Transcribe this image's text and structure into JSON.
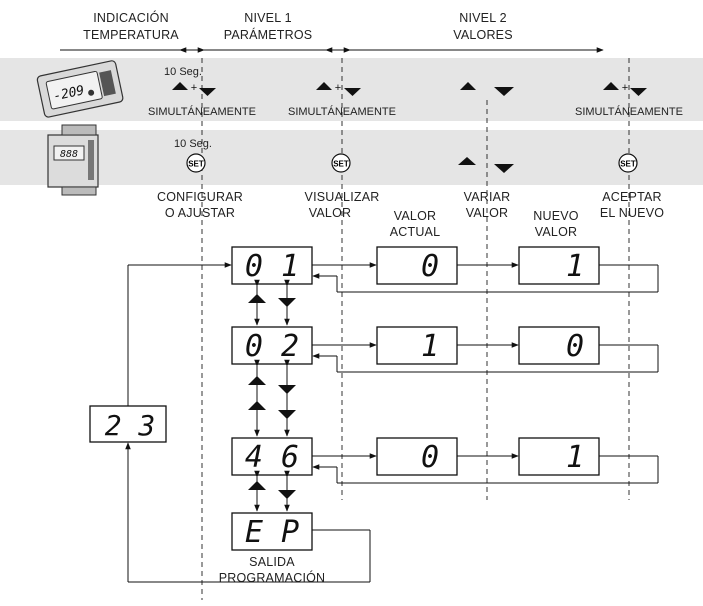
{
  "header": {
    "indicacion": [
      "INDICACIÓN",
      "TEMPERATURA"
    ],
    "nivel1": [
      "NIVEL 1",
      "PARÁMETROS"
    ],
    "nivel2": [
      "NIVEL 2",
      "VALORES"
    ]
  },
  "bands": {
    "ten_seg_1": "10 Seg.",
    "ten_seg_2": "10 Seg.",
    "simult": "SIMULTÁNEAMENTE",
    "set": "SET",
    "device1_display": "-209"
  },
  "steps": {
    "configurar": [
      "CONFIGURAR",
      "O AJUSTAR"
    ],
    "visualizar": [
      "VISUALIZAR",
      "VALOR"
    ],
    "valor_actual": [
      "VALOR",
      "ACTUAL"
    ],
    "variar": [
      "VARIAR",
      "VALOR"
    ],
    "nuevo_valor": [
      "NUEVO",
      "VALOR"
    ],
    "aceptar": [
      "ACEPTAR",
      "EL NUEVO"
    ]
  },
  "displays": {
    "temp": "2 3",
    "p1": "0 1",
    "p2": "0 2",
    "p3": "4 6",
    "p4": "E P",
    "r1_actual": "0",
    "r1_nuevo": "1",
    "r2_actual": "1",
    "r2_nuevo": "0",
    "r3_actual": "0",
    "r3_nuevo": "1"
  },
  "salida": [
    "SALIDA",
    "PROGRAMACIÓN"
  ],
  "colors": {
    "band": "#e5e5e5",
    "line": "#111111"
  }
}
